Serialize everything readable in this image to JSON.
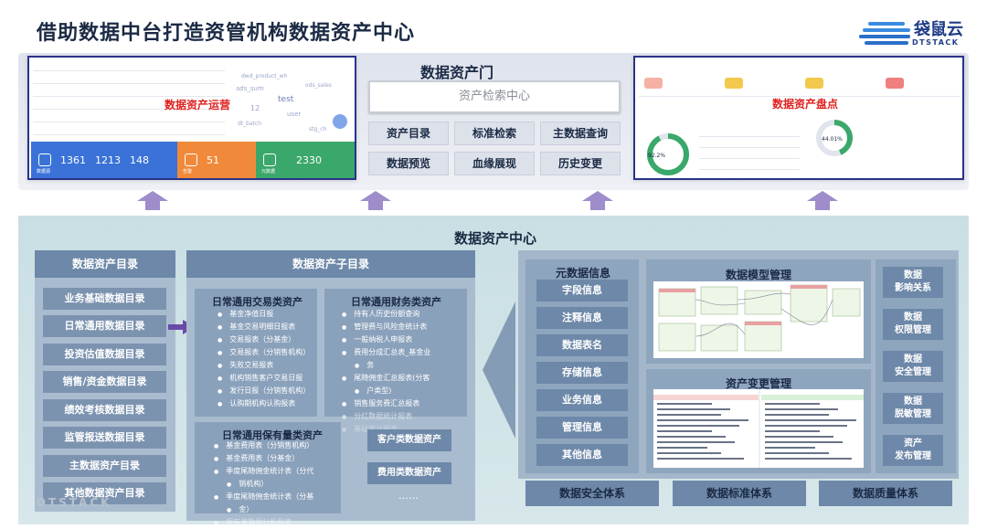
{
  "page": {
    "title": "借助数据中台打造资管机构数据资产中心",
    "logo_text": "袋鼠云",
    "logo_sub": "DTSTACK",
    "watermark": "DTSTACK"
  },
  "top": {
    "left_panel_label": "数据资产运营",
    "right_panel_label": "数据资产盘点",
    "stats": [
      {
        "label": "数据源",
        "values": [
          "1361",
          "1213",
          "148"
        ],
        "color": "#3a72d8"
      },
      {
        "label": "告警",
        "values": [
          "51"
        ],
        "color": "#f08a3a"
      },
      {
        "label": "元数据",
        "values": [
          "2330"
        ],
        "color": "#3aa86a"
      }
    ],
    "portal": {
      "title": "数据资产门",
      "search": "资产检索中心",
      "buttons": [
        "资产目录",
        "标准检索",
        "主数据查询",
        "数据预览",
        "血缘展现",
        "历史变更"
      ]
    },
    "right_gauges": [
      "92.2%",
      "44.01%"
    ]
  },
  "center": {
    "title": "数据资产中心",
    "catalog": {
      "head": "数据资产目录",
      "items": [
        "业务基础数据目录",
        "日常通用数据目录",
        "投资估值数据目录",
        "销售/资金数据目录",
        "绩效考核数据目录",
        "监管报送数据目录",
        "主数据资产目录",
        "其他数据资产目录"
      ]
    },
    "subcatalog": {
      "head": "数据资产子目录",
      "trade": {
        "title": "日常通用交易类资产",
        "items": [
          "基金净值日报",
          "基金交易明细日报表",
          "交易报表（分基金）",
          "交易报表（分销售机构）",
          "失败交易报表",
          "机构销售客户交易日报",
          "发行日报（分销售机构）",
          "认购期机构认购报表"
        ]
      },
      "finance": {
        "title": "日常通用财务类资产",
        "items": [
          "持有人历史份额查询",
          "管理费与风险金统计表",
          "一般纳税人申报表",
          "费用分成汇总表_基金业",
          "务",
          "尾随佣金汇总报表(分客",
          "户类型)",
          "销售服务费汇总报表",
          "分红数据统计报表",
          "基础审计报表"
        ]
      },
      "holding": {
        "title": "日常通用保有量类资产",
        "items": [
          "基金费用表（分销售机构）",
          "基金费用表（分基金）",
          "季度尾随佣金统计表（分代",
          "销机构）",
          "季度尾随佣金统计表（分基",
          "金）",
          "保有量数据分析报表"
        ]
      },
      "side_buttons": [
        "客户类数据资产",
        "费用类数据资产"
      ],
      "more": "……"
    },
    "metadata": {
      "title": "元数据信息",
      "items": [
        "字段信息",
        "注释信息",
        "数据表名",
        "存储信息",
        "业务信息",
        "管理信息",
        "其他信息"
      ]
    },
    "model_title": "数据模型管理",
    "change_title": "资产变更管理",
    "governance": [
      "数据\n影响关系",
      "数据\n权限管理",
      "数据\n安全管理",
      "数据\n脱敏管理",
      "资产\n发布管理"
    ],
    "bottom": [
      "数据安全体系",
      "数据标准体系",
      "数据质量体系"
    ]
  }
}
